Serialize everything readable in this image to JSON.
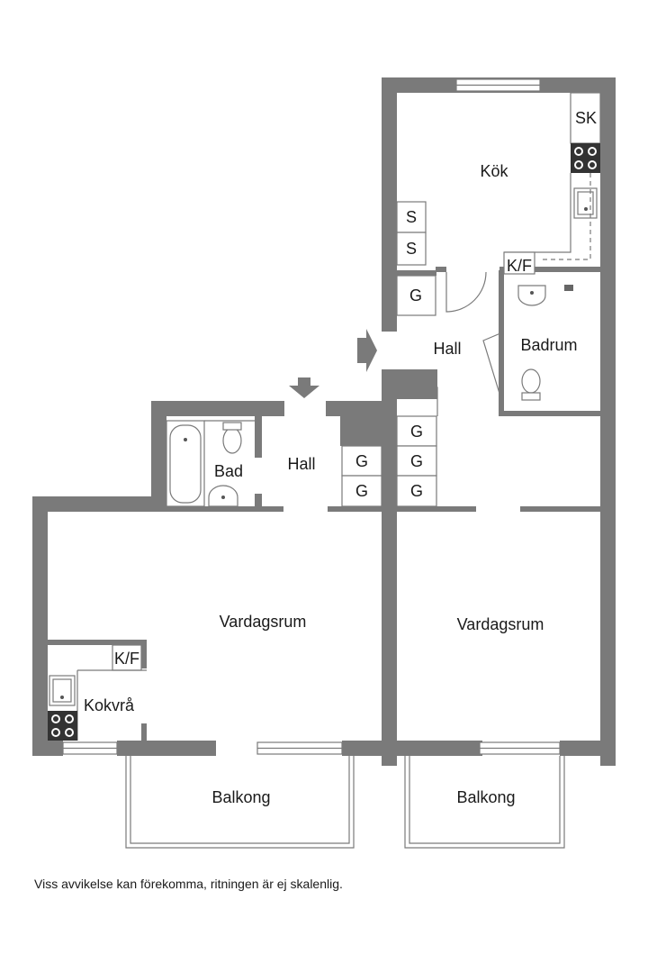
{
  "rooms": {
    "kok": "Kök",
    "hall_upper": "Hall",
    "badrum": "Badrum",
    "bad": "Bad",
    "hall_lower": "Hall",
    "vardagsrum_left": "Vardagsrum",
    "vardagsrum_right": "Vardagsrum",
    "kokvra": "Kokvrå",
    "balkong_left": "Balkong",
    "balkong_right": "Balkong"
  },
  "fixtures": {
    "sk": "SK",
    "s1": "S",
    "s2": "S",
    "kf_kitchen": "K/F",
    "kf_kokvra": "K/F",
    "g_upper": "G",
    "g_right_1": "G",
    "g_right_2": "G",
    "g_right_3": "G",
    "g_left_1": "G",
    "g_left_2": "G"
  },
  "footer_note": "Viss avvikelse kan förekomma, ritningen är ej skalenlig.",
  "colors": {
    "wall": "#7a7a7a",
    "background": "#ffffff",
    "text": "#1a1a1a"
  }
}
